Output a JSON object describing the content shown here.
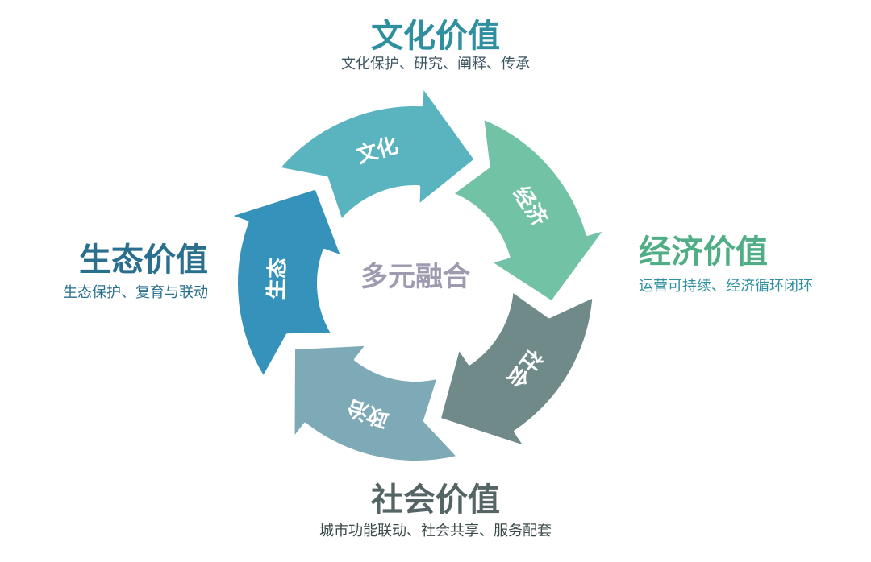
{
  "center": {
    "label": "多元融合"
  },
  "segments": [
    {
      "key": "culture",
      "label": "文化",
      "color": "#5ab4bf"
    },
    {
      "key": "economy",
      "label": "经济",
      "color": "#72c2a5"
    },
    {
      "key": "society",
      "label": "社会",
      "color": "#6f8a88"
    },
    {
      "key": "politics",
      "label": "政治",
      "color": "#7ea9b7"
    },
    {
      "key": "ecology",
      "label": "生态",
      "color": "#3492bb"
    }
  ],
  "values": {
    "culture": {
      "title": "文化价值",
      "subtitle": "文化保护、研究、阐释、传承",
      "title_color": "#2e8fa0",
      "sub_color": "#3c5560"
    },
    "economy": {
      "title": "经济价值",
      "subtitle": "运营可持续、经济循环闭环",
      "title_color": "#4fae86",
      "sub_color": "#2e8fa0"
    },
    "society": {
      "title": "社会价值",
      "subtitle": "城市功能联动、社会共享、服务配套",
      "title_color": "#556565",
      "sub_color": "#3c4a4a"
    },
    "ecology": {
      "title": "生态价值",
      "subtitle": "生态保护、复育与联动",
      "title_color": "#2a6f8e",
      "sub_color": "#2a6f8e"
    }
  }
}
